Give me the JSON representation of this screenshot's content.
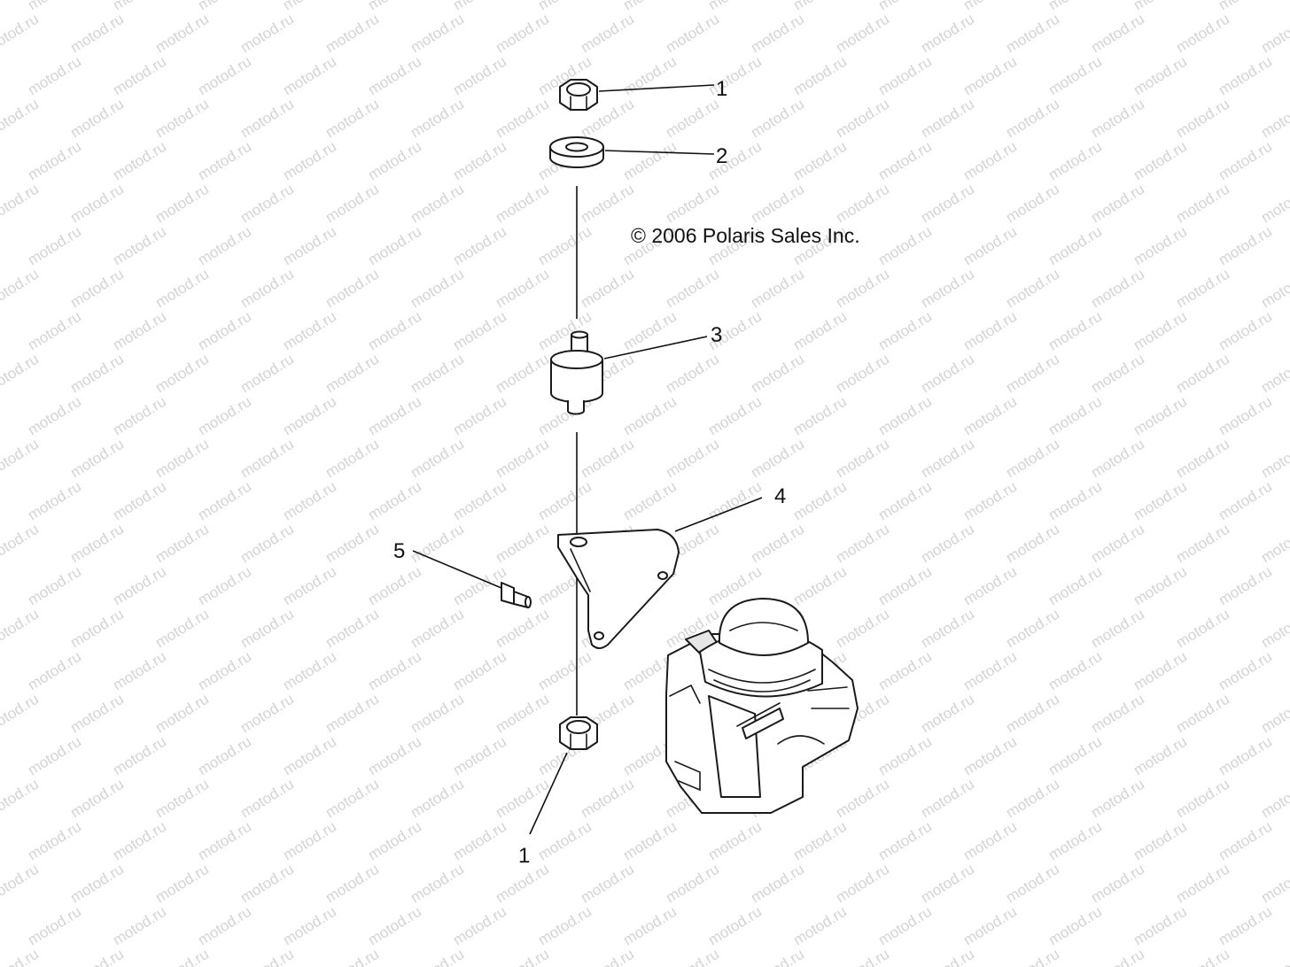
{
  "diagram": {
    "copyright": "© 2006 Polaris Sales Inc.",
    "watermark_text": "motod.ru",
    "callouts": {
      "nut_top": "1",
      "washer": "2",
      "bushing": "3",
      "bracket": "4",
      "screw": "5",
      "nut_bottom": "1"
    },
    "colors": {
      "line": "#1a1a1a",
      "watermark": "#d4d4d4",
      "background": "#ffffff"
    }
  }
}
